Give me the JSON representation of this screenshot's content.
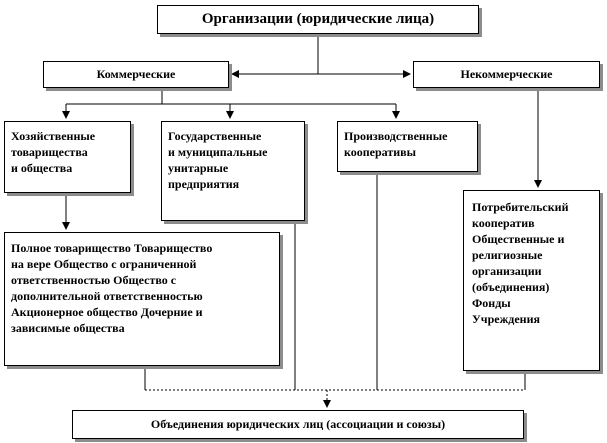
{
  "root": {
    "label": "Организации (юридические лица)"
  },
  "commercial": {
    "label": "Коммерческие"
  },
  "noncommercial": {
    "label": "Некоммерческие"
  },
  "commercial_children": [
    {
      "lines": [
        "Хозяйственные",
        "товарищества",
        "и общества"
      ]
    },
    {
      "lines": [
        "Государственные",
        "и муниципальные",
        "унитарные",
        "предприятия"
      ]
    },
    {
      "lines": [
        "Производственные",
        "кооперативы"
      ]
    }
  ],
  "business_forms": {
    "lines": [
      "Полное товарищество Товарищество",
      "на вере Общество с ограниченной",
      "ответственностью Общество с",
      "дополнительной ответственностью",
      "Акционерное общество Дочерние и",
      "зависимые общества"
    ]
  },
  "noncommercial_forms": {
    "lines": [
      "Потребительский",
      "кооператив",
      "Общественные и",
      "религиозные",
      "организации",
      "(объединения)",
      "Фонды",
      "Учреждения"
    ]
  },
  "associations": {
    "label": "Объединения юридических лиц (ассоциации и союзы)"
  }
}
